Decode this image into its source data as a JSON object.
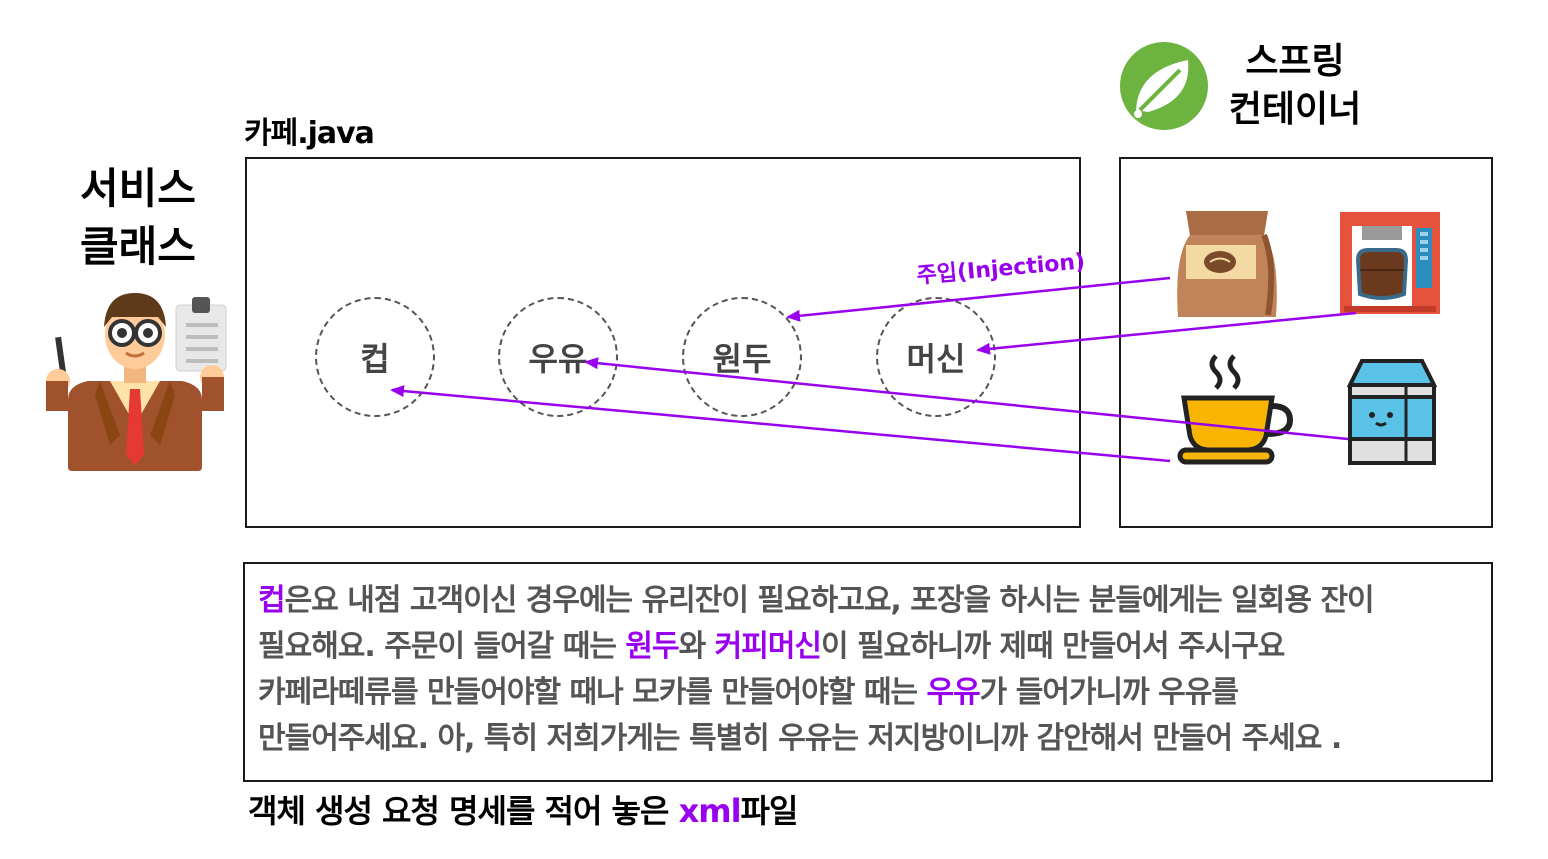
{
  "service_class": {
    "line1": "서비스",
    "line2": "클래스"
  },
  "file_label": "카페.java",
  "spring_container": {
    "line1": "스프링",
    "line2": "컨테이너"
  },
  "beans": [
    "컵",
    "우유",
    "원두",
    "머신"
  ],
  "injection_label": "주입(Injection)",
  "note": {
    "s1": "컵",
    "s2": "은요 내점 고객이신 경우에는 유리잔이 필요하고요, 포장을 하시는 분들에게는 일회용 잔이",
    "s3": "필요해요. 주문이 들어갈 때는 ",
    "s4": "원두",
    "s5": "와 ",
    "s6": "커피머신",
    "s7": "이 필요하니까 제때 만들어서 주시구요",
    "s8": "카페라떼류를 만들어야할 때나 모카를 만들어야할  때는 ",
    "s9": "우유",
    "s10": "가 들어가니까 우유를",
    "s11": "만들어주세요. 아, 특히 저희가게는 특별히 우유는 저지방이니까 감안해서 만들어 주세요  ."
  },
  "caption": {
    "pre": "객체 생성 요청 명세를 적어 놓은 ",
    "hl": "xml",
    "post": "파일"
  },
  "colors": {
    "highlight": "#9900ee",
    "spring_green": "#6db33f",
    "arrow": "#9900ee"
  },
  "icons": [
    "businessman-icon",
    "spring-leaf-icon",
    "coffee-bean-bag-icon",
    "coffee-machine-icon",
    "coffee-cup-icon",
    "milk-carton-icon"
  ]
}
